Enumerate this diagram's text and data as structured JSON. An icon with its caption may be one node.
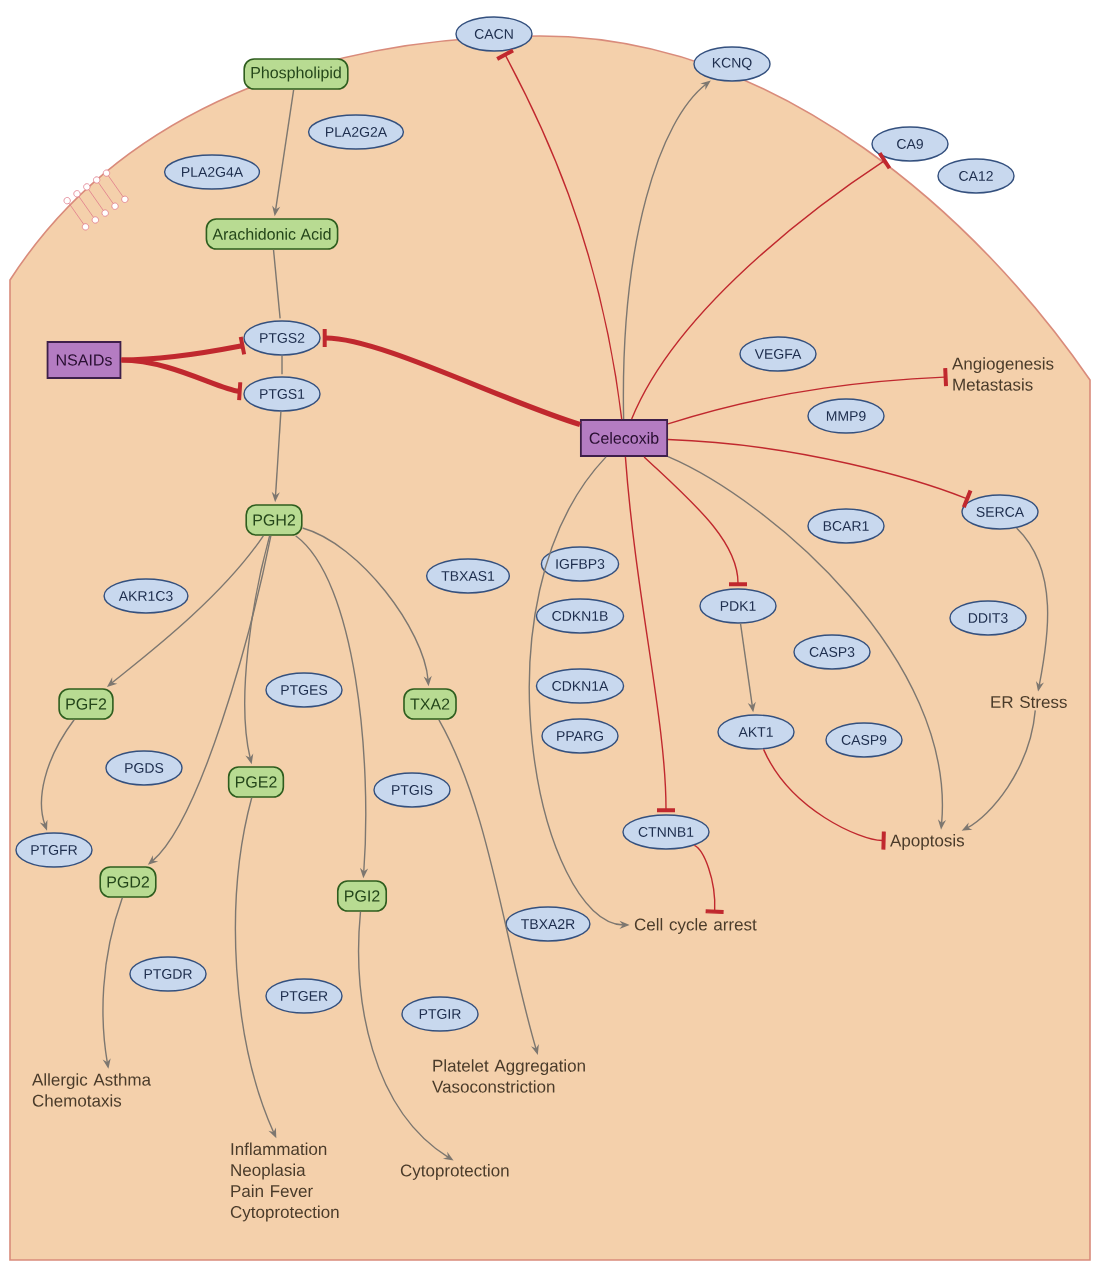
{
  "diagram": {
    "nodes": [
      {
        "text": [
          "Phospholipid"
        ]
      },
      {
        "text": [
          "PLA2G2A"
        ]
      },
      {
        "text": [
          "PLA2G4A"
        ]
      },
      {
        "text": [
          "Arachidonic Acid"
        ]
      },
      {
        "text": [
          "NSAIDs"
        ]
      },
      {
        "text": [
          "PTGS2"
        ]
      },
      {
        "text": [
          "PTGS1"
        ]
      },
      {
        "text": [
          "Celecoxib"
        ]
      },
      {
        "text": [
          "CACN"
        ]
      },
      {
        "text": [
          "KCNQ"
        ]
      },
      {
        "text": [
          "CA9"
        ]
      },
      {
        "text": [
          "CA12"
        ]
      },
      {
        "text": [
          "VEGFA"
        ]
      },
      {
        "text": [
          "MMP9"
        ]
      },
      {
        "text": [
          "Angiogenesis Metastasis"
        ]
      },
      {
        "text": [
          "PGH2"
        ]
      },
      {
        "text": [
          "AKR1C3"
        ]
      },
      {
        "text": [
          "TBXAS1"
        ]
      },
      {
        "text": [
          "PGF2"
        ]
      },
      {
        "text": [
          "PTGES"
        ]
      },
      {
        "text": [
          "TXA2"
        ]
      },
      {
        "text": [
          "PGDS"
        ]
      },
      {
        "text": [
          "PGE2"
        ]
      },
      {
        "text": [
          "PTGIS"
        ]
      },
      {
        "text": [
          "PTGFR"
        ]
      },
      {
        "text": [
          "PGD2"
        ]
      },
      {
        "text": [
          "PGI2"
        ]
      },
      {
        "text": [
          "TBXA2R"
        ]
      },
      {
        "text": [
          "PTGDR"
        ]
      },
      {
        "text": [
          "PTGER"
        ]
      },
      {
        "text": [
          "PTGIR"
        ]
      },
      {
        "text": [
          "Allergic Asthma Chemotaxis"
        ]
      },
      {
        "text": [
          "Inflammation Neoplasia Pain Fever Cytoprotection"
        ]
      },
      {
        "text": [
          "Cytoprotection"
        ]
      },
      {
        "text": [
          "Platelet Aggregation Vasoconstriction"
        ]
      },
      {
        "text": [
          "IGFBP3"
        ]
      },
      {
        "text": [
          "CDKN1B"
        ]
      },
      {
        "text": [
          "CDKN1A"
        ]
      },
      {
        "text": [
          "PPARG"
        ]
      },
      {
        "text": [
          "PDK1"
        ]
      },
      {
        "text": [
          "BCAR1"
        ]
      },
      {
        "text": [
          "SERCA"
        ]
      },
      {
        "text": [
          "CASP3"
        ]
      },
      {
        "text": [
          "DDIT3"
        ]
      },
      {
        "text": [
          "AKT1"
        ]
      },
      {
        "text": [
          "CASP9"
        ]
      },
      {
        "text": [
          "ER Stress"
        ]
      },
      {
        "text": [
          "CTNNB1"
        ]
      },
      {
        "text": [
          "Apoptosis"
        ]
      },
      {
        "text": [
          "Cell cycle arrest"
        ]
      }
    ],
    "edges": [
      {
        "from": 0,
        "to": 3,
        "arrow": "to"
      },
      {
        "from": 3,
        "to": 5,
        "arrow": "none"
      },
      {
        "from": 5,
        "to": 6,
        "arrow": "none"
      },
      {
        "from": 6,
        "to": 15,
        "arrow": "to"
      },
      {
        "from": 4,
        "to": 5,
        "arrow": "other",
        "style": "thick",
        "color": "#c0282e"
      },
      {
        "from": 4,
        "to": 6,
        "arrow": "other",
        "style": "thick",
        "color": "#c0282e"
      },
      {
        "from": 7,
        "to": 5,
        "arrow": "other",
        "style": "thick",
        "color": "#c0282e"
      },
      {
        "from": 7,
        "to": 8,
        "arrow": "other",
        "color": "#c0282e"
      },
      {
        "from": 7,
        "to": 9,
        "arrow": "to"
      },
      {
        "from": 7,
        "to": 10,
        "arrow": "other",
        "color": "#c0282e"
      },
      {
        "from": 7,
        "to": 14,
        "arrow": "other",
        "color": "#c0282e"
      },
      {
        "from": 7,
        "to": 41,
        "arrow": "other",
        "color": "#c0282e"
      },
      {
        "from": 7,
        "to": 39,
        "arrow": "other",
        "color": "#c0282e"
      },
      {
        "from": 7,
        "to": 47,
        "arrow": "other",
        "color": "#c0282e"
      },
      {
        "from": 7,
        "to": 48,
        "arrow": "to"
      },
      {
        "from": 7,
        "to": 49,
        "arrow": "to"
      },
      {
        "from": 15,
        "to": 18,
        "arrow": "to"
      },
      {
        "from": 15,
        "to": 25,
        "arrow": "to"
      },
      {
        "from": 15,
        "to": 22,
        "arrow": "to"
      },
      {
        "from": 15,
        "to": 26,
        "arrow": "to"
      },
      {
        "from": 15,
        "to": 20,
        "arrow": "to"
      },
      {
        "from": 18,
        "to": 24,
        "arrow": "to"
      },
      {
        "from": 25,
        "to": 31,
        "arrow": "to"
      },
      {
        "from": 22,
        "to": 32,
        "arrow": "to"
      },
      {
        "from": 26,
        "to": 33,
        "arrow": "to"
      },
      {
        "from": 20,
        "to": 34,
        "arrow": "to"
      },
      {
        "from": 39,
        "to": 44,
        "arrow": "to"
      },
      {
        "from": 44,
        "to": 48,
        "arrow": "other",
        "color": "#c0282e"
      },
      {
        "from": 41,
        "to": 46,
        "arrow": "to"
      },
      {
        "from": 46,
        "to": 48,
        "arrow": "to"
      },
      {
        "from": 47,
        "to": 49,
        "arrow": "other",
        "color": "#c0282e"
      }
    ]
  }
}
